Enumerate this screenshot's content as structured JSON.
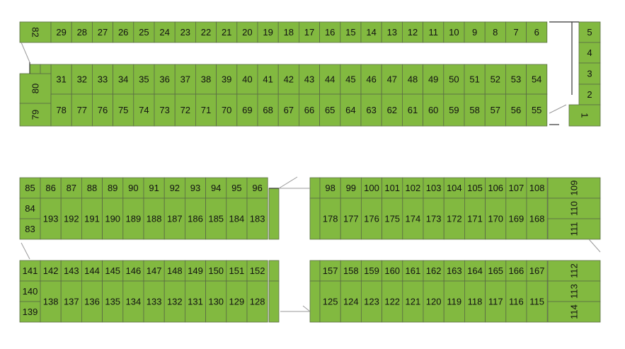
{
  "map": {
    "stall_color": "#82b940",
    "outline_color": "#5a6b44",
    "background": "#ffffff",
    "blocks": [
      {
        "name": "block-top",
        "stalls": [
          "82",
          "29",
          "28",
          "27",
          "26",
          "25",
          "24",
          "23",
          "22",
          "21",
          "20",
          "19",
          "18",
          "17",
          "16",
          "15",
          "14",
          "13",
          "12",
          "11",
          "10",
          "9",
          "8",
          "7",
          "6",
          "31",
          "32",
          "33",
          "34",
          "35",
          "36",
          "37",
          "38",
          "39",
          "40",
          "41",
          "42",
          "43",
          "44",
          "45",
          "46",
          "47",
          "48",
          "49",
          "50",
          "51",
          "52",
          "53",
          "54",
          "80",
          "79",
          "78",
          "77",
          "76",
          "75",
          "74",
          "73",
          "72",
          "71",
          "70",
          "69",
          "68",
          "67",
          "66",
          "65",
          "64",
          "63",
          "62",
          "61",
          "60",
          "59",
          "58",
          "57",
          "56",
          "55",
          "5",
          "4",
          "3",
          "2",
          "1"
        ]
      },
      {
        "name": "block-middle-left",
        "stalls": [
          "85",
          "86",
          "87",
          "88",
          "89",
          "90",
          "91",
          "92",
          "93",
          "94",
          "95",
          "96",
          "84",
          "83",
          "193",
          "192",
          "191",
          "190",
          "189",
          "188",
          "187",
          "186",
          "185",
          "184",
          "183"
        ]
      },
      {
        "name": "block-middle-right",
        "stalls": [
          "98",
          "99",
          "100",
          "101",
          "102",
          "103",
          "104",
          "105",
          "106",
          "107",
          "108",
          "109",
          "110",
          "111",
          "178",
          "177",
          "176",
          "175",
          "174",
          "173",
          "172",
          "171",
          "170",
          "169",
          "168"
        ]
      },
      {
        "name": "block-bottom-left",
        "stalls": [
          "141",
          "142",
          "143",
          "144",
          "145",
          "146",
          "147",
          "148",
          "149",
          "150",
          "151",
          "152",
          "140",
          "139",
          "138",
          "137",
          "136",
          "135",
          "134",
          "133",
          "132",
          "131",
          "130",
          "129",
          "128"
        ]
      },
      {
        "name": "block-bottom-right",
        "stalls": [
          "157",
          "158",
          "159",
          "160",
          "161",
          "162",
          "163",
          "164",
          "165",
          "166",
          "167",
          "112",
          "113",
          "114",
          "125",
          "124",
          "123",
          "122",
          "121",
          "120",
          "119",
          "118",
          "117",
          "116",
          "115"
        ]
      }
    ]
  }
}
